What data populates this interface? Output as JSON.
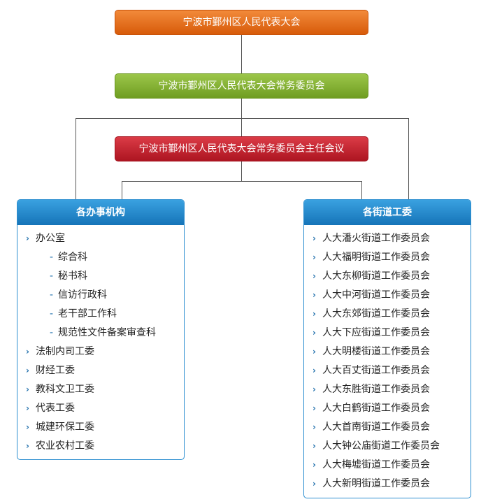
{
  "top": {
    "congress": "宁波市鄞州区人民代表大会",
    "standing_committee": "宁波市鄞州区人民代表大会常务委员会",
    "directors_meeting": "宁波市鄞州区人民代表大会常务委员会主任会议"
  },
  "left": {
    "title": "各办事机构",
    "items": [
      {
        "label": "办公室",
        "level": 1
      },
      {
        "label": "综合科",
        "level": 2
      },
      {
        "label": "秘书科",
        "level": 2
      },
      {
        "label": "信访行政科",
        "level": 2
      },
      {
        "label": "老干部工作科",
        "level": 2
      },
      {
        "label": "规范性文件备案审查科",
        "level": 2
      },
      {
        "label": "法制内司工委",
        "level": 1
      },
      {
        "label": "财经工委",
        "level": 1
      },
      {
        "label": "教科文卫工委",
        "level": 1
      },
      {
        "label": "代表工委",
        "level": 1
      },
      {
        "label": "城建环保工委",
        "level": 1
      },
      {
        "label": "农业农村工委",
        "level": 1
      }
    ]
  },
  "right": {
    "title": "各街道工委",
    "items": [
      "人大潘火街道工作委员会",
      "人大福明街道工作委员会",
      "人大东柳街道工作委员会",
      "人大中河街道工作委员会",
      "人大东郊街道工作委员会",
      "人大下应街道工作委员会",
      "人大明楼街道工作委员会",
      "人大百丈街道工作委员会",
      "人大东胜街道工作委员会",
      "人大白鹤街道工作委员会",
      "人大首南街道工作委员会",
      "人大钟公庙街道工作委员会",
      "人大梅墟街道工作委员会",
      "人大新明街道工作委员会"
    ]
  },
  "colors": {
    "orange": "#e06e1c",
    "green": "#82b032",
    "red": "#c42130",
    "blue": "#1d80c4",
    "connector": "#555555"
  },
  "icons": {
    "bullet": "chevron-right-icon",
    "sub_bullet": "dash-icon"
  }
}
